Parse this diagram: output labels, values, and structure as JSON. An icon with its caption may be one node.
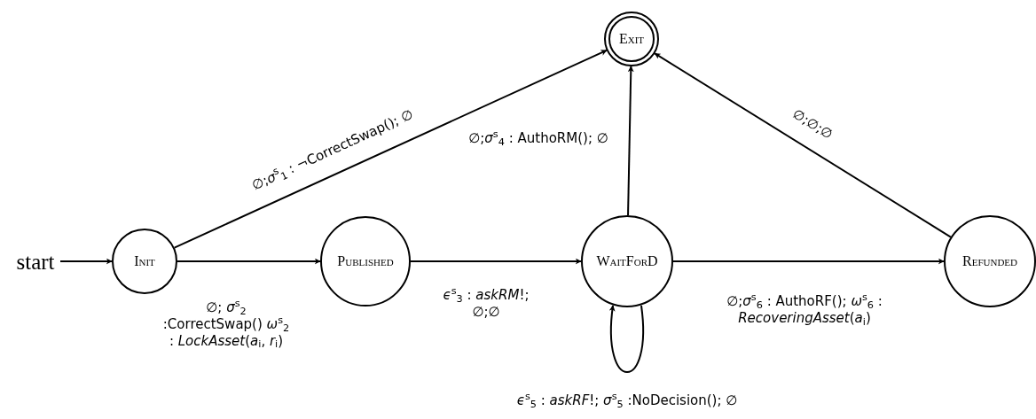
{
  "diagram": {
    "nodes": [
      {
        "text": [
          "start"
        ]
      },
      {
        "text": [
          "Init"
        ]
      },
      {
        "text": [
          "Published"
        ]
      },
      {
        "text": [
          "WaitForD"
        ]
      },
      {
        "text": [
          "Refunded"
        ]
      },
      {
        "text": [
          "Exit"
        ]
      }
    ],
    "edges": [
      {
        "from": 0,
        "to": 1,
        "arrow": "to"
      },
      {
        "from": 1,
        "to": 5,
        "arrow": "to",
        "label": "∅;*σ*$^{s}$$_{1}$ : ¬CorrectSwap(); ∅"
      },
      {
        "from": 1,
        "to": 2,
        "arrow": "to",
        "label": "∅; *σ*$^{s}$$_{2}$ :CorrectSwap() *ω*$^{s}$$_{2}$ : *LockAsset*(*a*$_{i}$, *r*$_{i}$)"
      },
      {
        "from": 2,
        "to": 3,
        "arrow": "to",
        "label": "*ϵ*$^{s}$$_{3}$ : *askRM*!; ∅;∅"
      },
      {
        "from": 3,
        "to": 3,
        "arrow": "to",
        "label": "*ϵ*$^{s}$$_{5}$ : *askRF*!; *σ*$^{s}$$_{5}$ :NoDecision(); ∅"
      },
      {
        "from": 3,
        "to": 5,
        "arrow": "to",
        "label": "∅;*σ*$^{s}$$_{4}$ : AuthoRM(); ∅"
      },
      {
        "from": 3,
        "to": 4,
        "arrow": "to",
        "label": "∅;*σ*$^{s}$$_{6}$ : AuthoRF(); *ω*$^{s}$$_{6}$ : *RecoveringAsset*(*a*$_{i}$)"
      },
      {
        "from": 4,
        "to": 5,
        "arrow": "to",
        "label": "∅;∅;∅"
      }
    ]
  }
}
